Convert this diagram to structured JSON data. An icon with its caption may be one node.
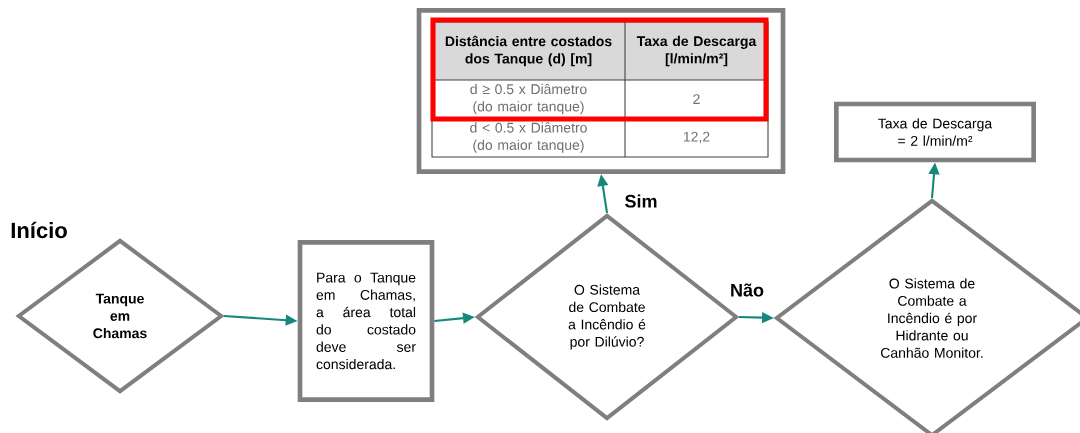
{
  "diagram": {
    "title": "Início",
    "nodes": [
      {
        "text": [
          "Tanque em Chamas"
        ]
      },
      {
        "text": [
          "Para o Tanque em Chamas, a área total do costado deve ser considerada."
        ]
      },
      {
        "text": [
          "O Sistema de Combate a Incêndio é por Dilúvio?"
        ]
      },
      {
        "text": [
          "Distância entre costados dos Tanque (d) [m]",
          "Taxa de Descarga [l/min/m²]",
          "d ≥ 0.5 x Diâmetro (do maior tanque)",
          "2",
          "d < 0.5 x Diâmetro (do maior tanque)",
          "12,2"
        ]
      },
      {
        "text": [
          "O Sistema de Combate a Incêndio é por Hidrante ou Canhão Monitor."
        ]
      },
      {
        "text": [
          "Taxa de Descarga = 2 l/min/m²"
        ]
      }
    ],
    "edges": [
      {
        "from": 0,
        "to": 1,
        "arrow": "to"
      },
      {
        "from": 1,
        "to": 2,
        "arrow": "to"
      },
      {
        "from": 2,
        "to": 3,
        "arrow": "to",
        "label": "Sim"
      },
      {
        "from": 2,
        "to": 4,
        "arrow": "to",
        "label": "Não"
      },
      {
        "from": 4,
        "to": 5,
        "arrow": "to"
      }
    ]
  }
}
